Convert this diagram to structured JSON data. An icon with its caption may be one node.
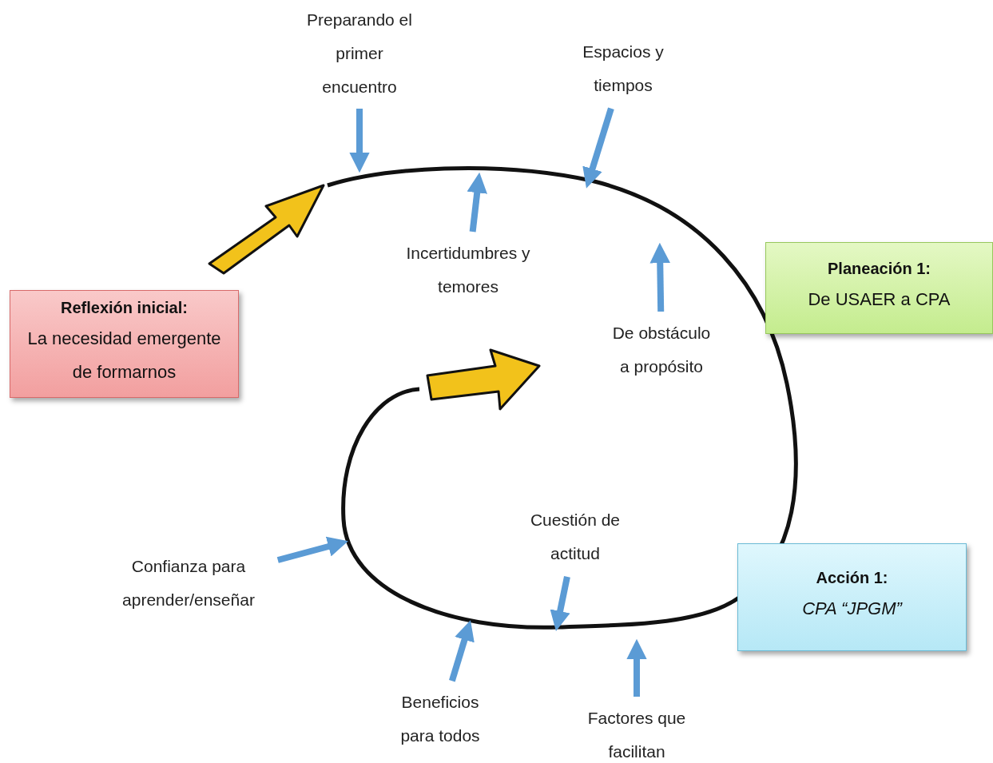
{
  "diagram": {
    "nodes": [
      {
        "text": [
          "Preparando el primer encuentro"
        ]
      },
      {
        "text": [
          "Espacios y tiempos"
        ]
      },
      {
        "text": [
          "Planeación 1:",
          "De USAER a CPA"
        ]
      },
      {
        "text": [
          "Incertidumbres y temores"
        ]
      },
      {
        "text": [
          "Reflexión inicial:",
          "La necesidad emergente de formarnos"
        ]
      },
      {
        "text": [
          "De obstáculo a propósito"
        ]
      },
      {
        "text": [
          "Cuestión de actitud"
        ]
      },
      {
        "text": [
          "Acción 1:",
          "CPA “JPGM”"
        ]
      },
      {
        "text": [
          "Confianza para aprender/enseñar"
        ]
      },
      {
        "text": [
          "Beneficios para todos"
        ]
      },
      {
        "text": [
          "Factores que facilitan"
        ]
      }
    ],
    "edges": [
      {
        "from": 0,
        "to": null,
        "arrow": "to"
      },
      {
        "from": 1,
        "to": null,
        "arrow": "to"
      },
      {
        "from": 3,
        "to": null,
        "arrow": "to"
      },
      {
        "from": 5,
        "to": null,
        "arrow": "to"
      },
      {
        "from": 6,
        "to": null,
        "arrow": "to"
      },
      {
        "from": 8,
        "to": null,
        "arrow": "to"
      },
      {
        "from": 9,
        "to": null,
        "arrow": "to"
      },
      {
        "from": 10,
        "to": null,
        "arrow": "to"
      }
    ]
  }
}
